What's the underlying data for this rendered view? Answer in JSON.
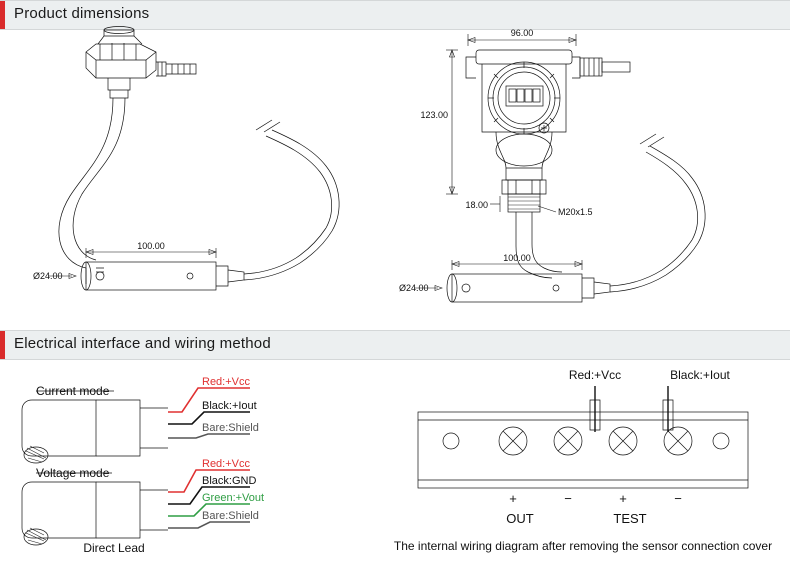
{
  "sections": {
    "product_dimensions": {
      "title": "Product dimensions"
    },
    "electrical": {
      "title": "Electrical interface and wiring method"
    }
  },
  "dimensions": {
    "left_probe_length": "100.00",
    "left_probe_diameter": "24.00",
    "right_housing_width": "96.00",
    "right_housing_height": "123.00",
    "right_neck": "18.00",
    "right_thread": "M20x1.5",
    "right_probe_length": "100.00",
    "right_probe_diameter": "24.00",
    "diameter_symbol": "Ø"
  },
  "wiring": {
    "current_mode": {
      "title": "Current mode",
      "wires": [
        {
          "label": "Red:+Vcc",
          "color": "#e03131"
        },
        {
          "label": "Black:+Iout",
          "color": "#111111"
        },
        {
          "label": "Bare:Shield",
          "color": "#555555"
        }
      ]
    },
    "voltage_mode": {
      "title": "Voltage mode",
      "wires": [
        {
          "label": "Red:+Vcc",
          "color": "#e03131"
        },
        {
          "label": "Black:GND",
          "color": "#111111"
        },
        {
          "label": "Green:+Vout",
          "color": "#2f9e44"
        },
        {
          "label": "Bare:Shield",
          "color": "#555555"
        }
      ]
    },
    "direct_lead_caption": "Direct Lead"
  },
  "terminal_block": {
    "top_labels": [
      {
        "text": "Red:+Vcc",
        "color": "#e03131"
      },
      {
        "text": "Black:+Iout",
        "color": "#111111"
      }
    ],
    "polarity": [
      "+",
      "−",
      "+",
      "−"
    ],
    "group_labels": [
      "OUT",
      "TEST"
    ],
    "caption": "The internal wiring diagram after removing the sensor connection cover"
  }
}
